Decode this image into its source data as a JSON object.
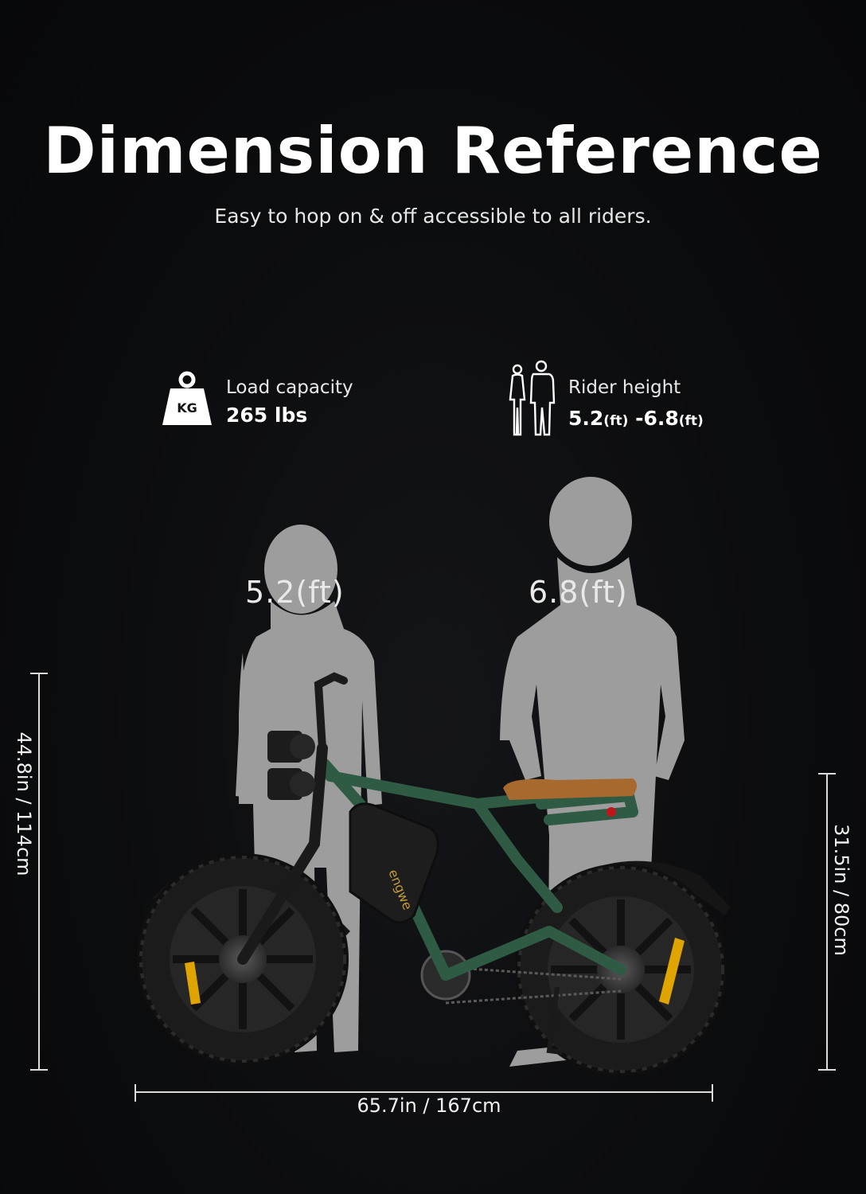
{
  "header": {
    "title": "Dimension Reference",
    "subtitle": "Easy to hop on & off accessible to all riders."
  },
  "specs": {
    "load": {
      "icon": "weight-kg-icon",
      "icon_text": "KG",
      "label": "Load capacity",
      "value": "265 lbs"
    },
    "rider": {
      "icon": "people-icon",
      "label": "Rider height",
      "value_min": "5.2",
      "value_max": "6.8",
      "unit": "(ft)",
      "separator": " -"
    }
  },
  "silhouettes": {
    "woman_label": "5.2(ft)",
    "man_label": "6.8(ft)"
  },
  "bike": {
    "brand_text": "engwe"
  },
  "dimensions": {
    "total_height": "44.8in / 114cm",
    "seat_height": "31.5in / 80cm",
    "length": "65.7in / 167cm"
  },
  "colors": {
    "background": "#0b0c0e",
    "silhouette": "#9d9d9d",
    "frame_green": "#2f5a44",
    "saddle_brown": "#a8692e",
    "tire": "#1b1b1b"
  }
}
